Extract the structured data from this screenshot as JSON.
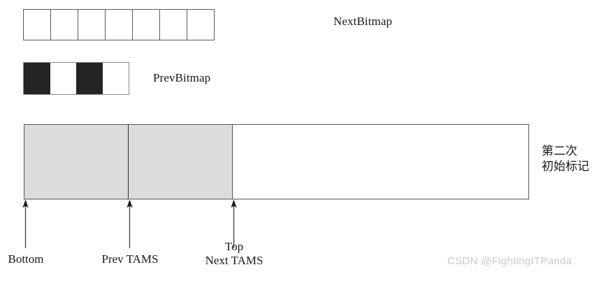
{
  "figure": {
    "title_annotation": "第二次\n初始标记",
    "annotation_lines": [
      "第二次",
      "初始标记"
    ]
  },
  "next_bitmap": {
    "label": "NextBitmap",
    "cell_count": 7,
    "cells": [
      "clear",
      "clear",
      "clear",
      "clear",
      "clear",
      "clear",
      "clear"
    ]
  },
  "prev_bitmap": {
    "label": "PrevBitmap",
    "cell_count": 4,
    "cells": [
      "marked",
      "clear",
      "marked",
      "clear"
    ],
    "marked_color": "#242424",
    "clear_color": "#ffffff"
  },
  "heap_bar": {
    "fill_color": "#dcdcdc",
    "empty_color": "#ffffff",
    "border_color": "#555555",
    "regions": [
      {
        "name": "bottom-to-prev-tams",
        "state": "filled"
      },
      {
        "name": "prev-tams-to-top",
        "state": "filled"
      },
      {
        "name": "top-to-end",
        "state": "empty"
      }
    ]
  },
  "pointers": [
    {
      "id": "bottom",
      "label": "Bottom",
      "label2": ""
    },
    {
      "id": "prev-tams",
      "label": "Prev TAMS",
      "label2": ""
    },
    {
      "id": "top-next-tams",
      "label": "Top",
      "label2": "Next TAMS"
    }
  ],
  "annotation": {
    "line1": "第二次",
    "line2": "初始标记"
  },
  "watermark": {
    "text": "CSDN @FightingITPanda"
  }
}
